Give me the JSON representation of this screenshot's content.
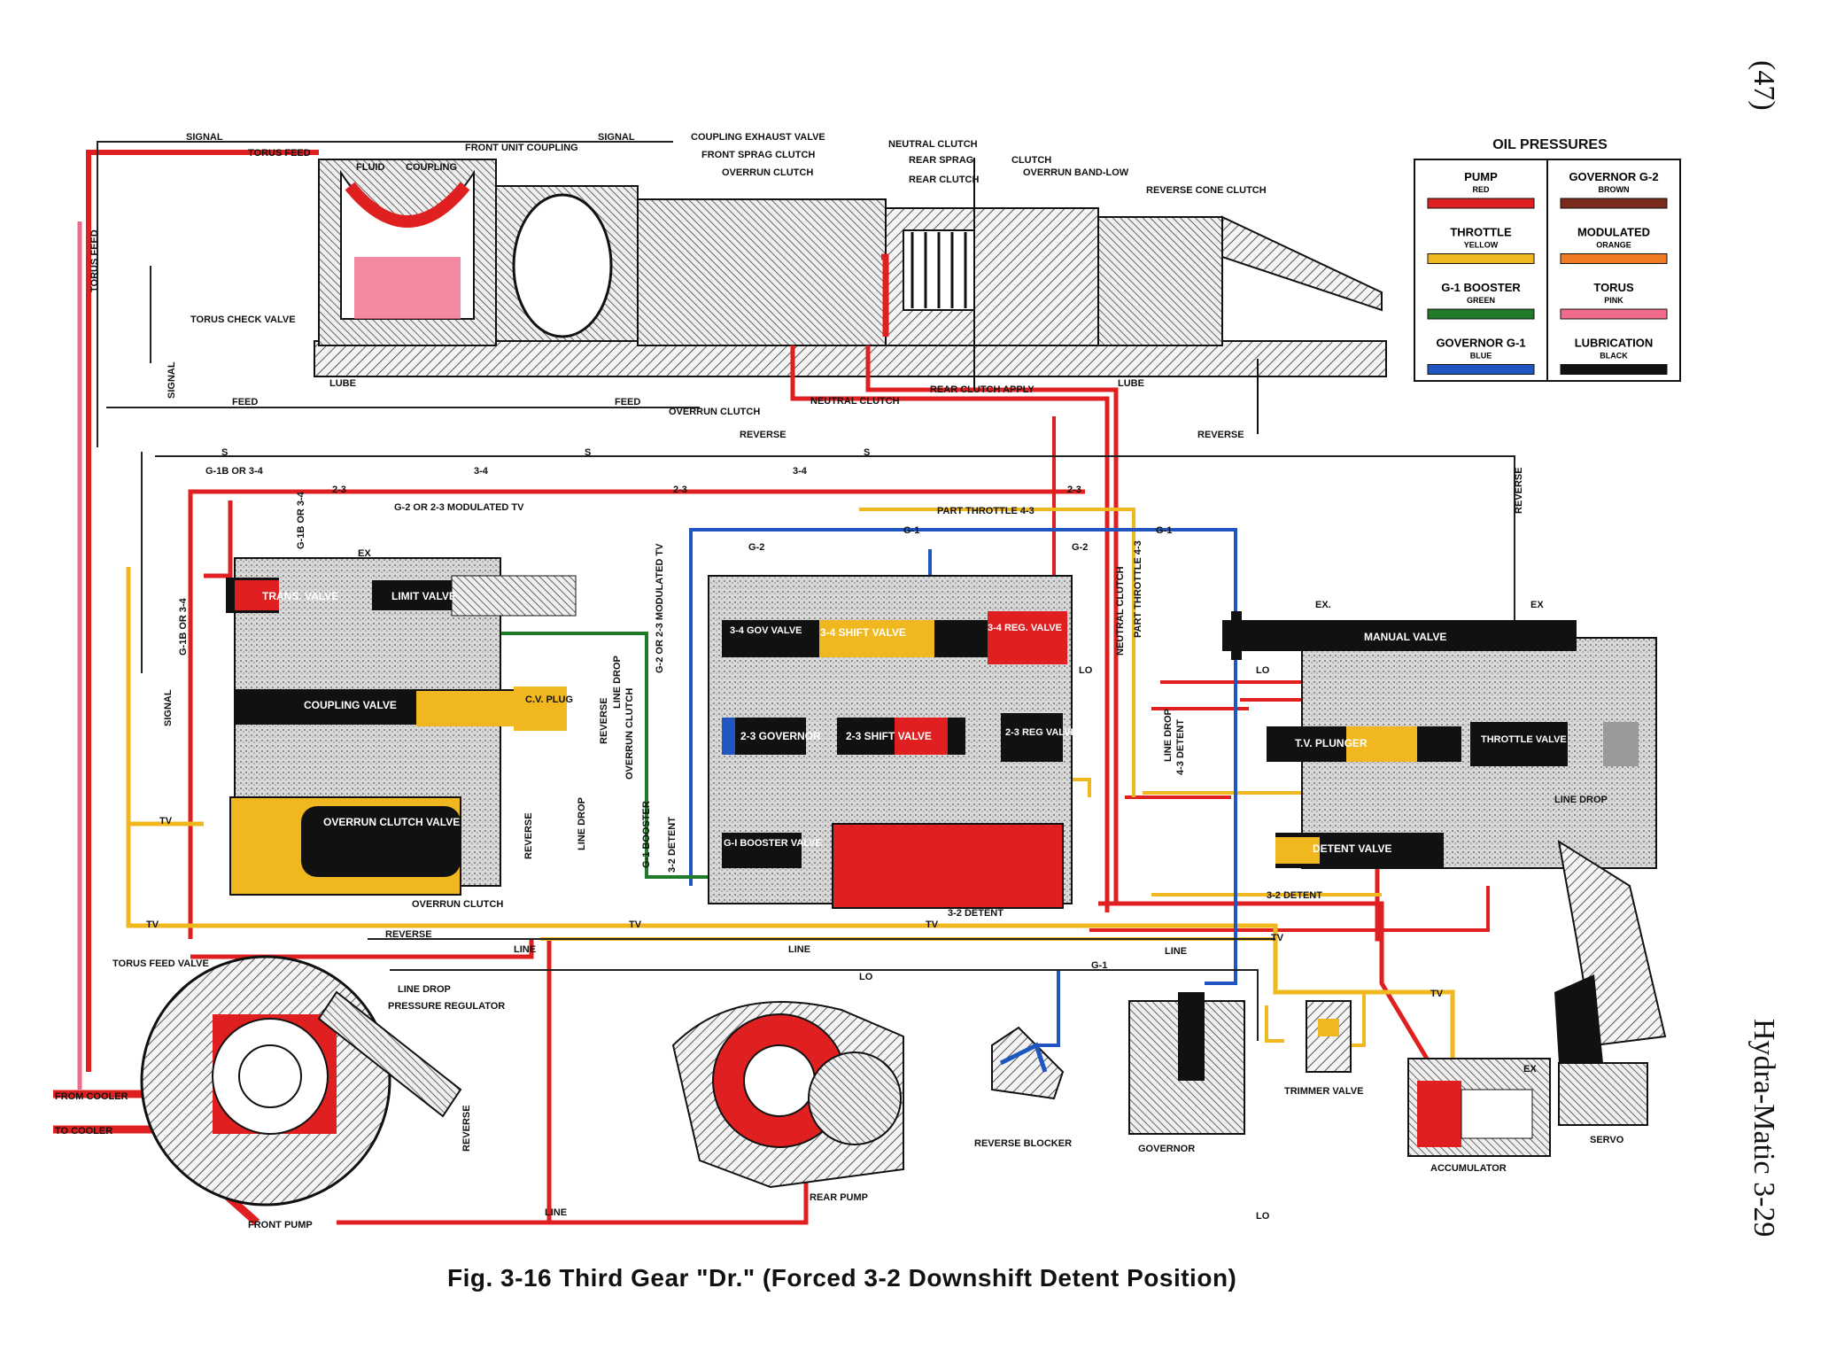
{
  "page": {
    "page_number": "(47)",
    "section_label": "Hydra-Matic  3-29",
    "caption": "Fig. 3-16   Third Gear \"Dr.\" (Forced 3-2 Downshift Detent Position)"
  },
  "legend": {
    "title": "OIL PRESSURES",
    "items": [
      {
        "name": "PUMP",
        "color_name": "RED",
        "color": "#e02020"
      },
      {
        "name": "GOVERNOR G-2",
        "color_name": "BROWN",
        "color": "#7a2a1a"
      },
      {
        "name": "THROTTLE",
        "color_name": "YELLOW",
        "color": "#f0b81e"
      },
      {
        "name": "MODULATED",
        "color_name": "ORANGE",
        "color": "#f07a22"
      },
      {
        "name": "G-1 BOOSTER",
        "color_name": "GREEN",
        "color": "#1f7a2a"
      },
      {
        "name": "TORUS",
        "color_name": "PINK",
        "color": "#f06a8a"
      },
      {
        "name": "GOVERNOR G-1",
        "color_name": "BLUE",
        "color": "#1f56c0"
      },
      {
        "name": "LUBRICATION",
        "color_name": "BLACK",
        "color": "#111111"
      }
    ]
  },
  "labels": {
    "signal_1": "SIGNAL",
    "torus_feed_1": "TORUS FEED",
    "signal_2": "SIGNAL",
    "front_unit_coupling": "FRONT UNIT COUPLING",
    "fluid": "FLUID",
    "coupling": "COUPLING",
    "coupling_exhaust_valve": "COUPLING EXHAUST VALVE",
    "front_sprag_clutch": "FRONT SPRAG CLUTCH",
    "overrun_clutch_top": "OVERRUN CLUTCH",
    "neutral_clutch": "NEUTRAL CLUTCH",
    "rear_sprag": "REAR SPRAG",
    "rear_clutch": "REAR CLUTCH",
    "clutch": "CLUTCH",
    "overrun_band_low": "OVERRUN BAND-LOW",
    "reverse_cone_clutch": "REVERSE CONE CLUTCH",
    "torus_feed_vertical": "TORUS FEED",
    "torus_check_valve": "TORUS CHECK VALVE",
    "lube_1": "LUBE",
    "lube_2": "LUBE",
    "signal_vertical": "SIGNAL",
    "feed_1": "FEED",
    "feed_2": "FEED",
    "overrun_clutch_2": "OVERRUN CLUTCH",
    "neutral_clutch_line": "NEUTRAL CLUTCH",
    "rear_clutch_apply": "REAR CLUTCH APPLY",
    "reverse_1": "REVERSE",
    "reverse_2": "REVERSE",
    "reverse_vertical": "REVERSE",
    "s_1": "S",
    "s_2": "S",
    "s_3": "S",
    "g1b_or_34": "G-1B OR 3-4",
    "l_34_a": "3-4",
    "l_34_b": "3-4",
    "l_23_a": "2-3",
    "l_23_b": "2-3",
    "l_23_c": "2-3",
    "g2_or_23_mod_tv": "G-2 OR 2-3 MODULATED TV",
    "part_throttle_43": "PART THROTTLE 4-3",
    "g2_a": "G-2",
    "g2_b": "G-2",
    "g1_a": "G-1",
    "g1_b": "G-1",
    "g1_c": "G-1",
    "trans_valve": "TRANS. VALVE",
    "limit_valve": "LIMIT VALVE",
    "coupling_valve": "COUPLING VALVE",
    "cv_plug": "C.V. PLUG",
    "overrun_clutch_valve": "OVERRUN CLUTCH VALVE",
    "overrun_clutch_3": "OVERRUN CLUTCH",
    "reverse_3": "REVERSE",
    "valve_34_gov": "3-4 GOV VALVE",
    "valve_34_shift": "3-4 SHIFT VALVE",
    "valve_34_reg": "3-4 REG. VALVE",
    "valve_23_gov": "2-3 GOVERNOR",
    "valve_23_shift": "2-3 SHIFT VALVE",
    "valve_23_reg": "2-3 REG VALVE",
    "g1_booster_valve": "G-I BOOSTER VALVE",
    "manual_valve": "MANUAL VALVE",
    "tv_plunger": "T.V. PLUNGER",
    "throttle_valve": "THROTTLE VALVE",
    "detent_valve": "DETENT VALVE",
    "line_drop_1": "LINE DROP",
    "line_drop_2": "LINE DROP",
    "detent_32_a": "3-2 DETENT",
    "detent_32_b": "3-2 DETENT",
    "tv_1": "TV",
    "tv_2": "TV",
    "tv_3": "TV",
    "tv_4": "TV",
    "tv_5": "TV",
    "tv_6": "TV",
    "lo_1": "LO",
    "lo_2": "LO",
    "lo_3": "LO",
    "lo_4": "LO",
    "line_1": "LINE",
    "line_2": "LINE",
    "line_3": "LINE",
    "line_4": "LINE",
    "ex_1": "EX",
    "ex_2": "EX.",
    "ex_3": "EX",
    "ex_4": "EX",
    "torus_feed_valve": "TORUS FEED VALVE",
    "line_drop_3": "LINE DROP",
    "pressure_regulator": "PRESSURE REGULATOR",
    "from_cooler": "FROM COOLER",
    "to_cooler": "TO COOLER",
    "front_pump": "FRONT PUMP",
    "rear_pump": "REAR PUMP",
    "reverse_blocker": "REVERSE BLOCKER",
    "governor": "GOVERNOR",
    "trimmer_valve": "TRIMMER VALVE",
    "accumulator": "ACCUMULATOR",
    "servo": "SERVO",
    "g1_booster_vertical": "G-1 BOOSTER",
    "reverse_4": "REVERSE",
    "line_drop_vertical": "LINE DROP",
    "overrun_clutch_vertical": "OVERRUN CLUTCH",
    "reverse_lo": "REVERSE",
    "reverse_5": "REVERSE",
    "neutral_clutch_vertical": "NEUTRAL CLUTCH",
    "part_throttle_vertical": "PART THROTTLE 4-3",
    "line_drop_vertical_2": "LINE DROP",
    "detent_43_vertical": "4-3 DETENT",
    "g2_or_23_vertical": "G-2 OR 2-3 MODULATED TV",
    "detent_32_vertical": "3-2 DETENT",
    "signal_3": "SIGNAL",
    "g1b_or_34_v": "G-1B OR 3-4",
    "g1b_or_34_v2": "G-1B OR 3-4"
  }
}
